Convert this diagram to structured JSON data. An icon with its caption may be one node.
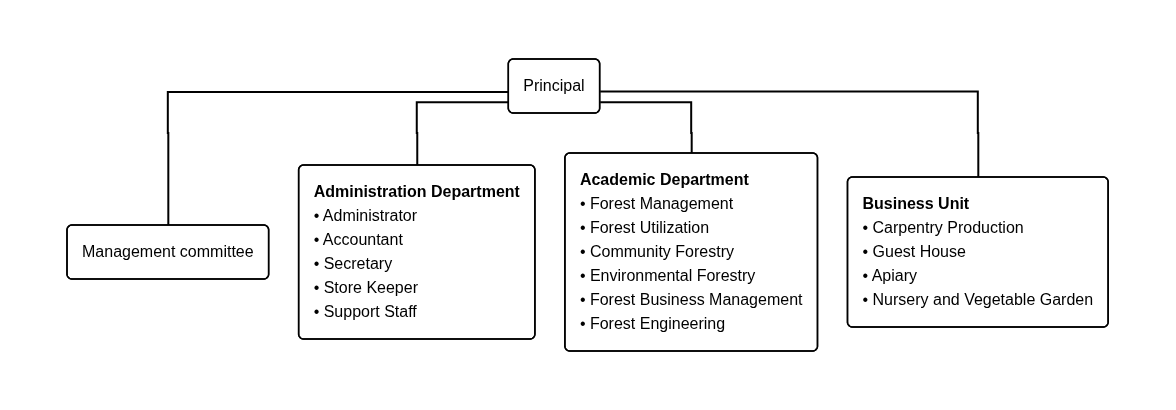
{
  "diagram": {
    "nodes": [
      {
        "text": [
          "Principal"
        ]
      },
      {
        "text": [
          "Management committee"
        ]
      },
      {
        "text": [
          "Administration Department",
          "• Administrator",
          "• Accountant",
          "• Secretary",
          "• Store Keeper",
          "• Support Staff"
        ]
      },
      {
        "text": [
          "Academic Department",
          "• Forest Management",
          "• Forest Utilization",
          "• Community Forestry",
          "• Environmental Forestry",
          "• Forest Business Management",
          "• Forest Engineering"
        ]
      },
      {
        "text": [
          "Business Unit",
          "• Carpentry Production",
          "• Guest House",
          "• Apiary",
          "• Nursery and Vegetable Garden"
        ]
      }
    ],
    "edges": [
      {
        "from": 0,
        "to": 1,
        "arrow": "none"
      },
      {
        "from": 0,
        "to": 2,
        "arrow": "none"
      },
      {
        "from": 0,
        "to": 3,
        "arrow": "none"
      },
      {
        "from": 0,
        "to": 4,
        "arrow": "none"
      }
    ]
  }
}
